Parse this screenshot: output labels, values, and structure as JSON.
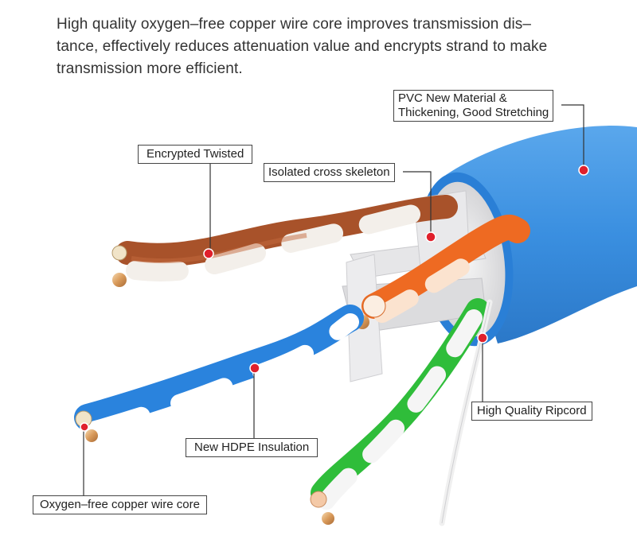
{
  "intro": {
    "line1": "High quality oxygen–free copper wire core improves transmission dis–",
    "line2": "tance, effectively reduces attenuation value and encrypts strand to make",
    "line3": "transmission more efficient."
  },
  "labels": {
    "pvc_line1": "PVC New Material &",
    "pvc_line2": "Thickening, Good Stretching",
    "encrypted": "Encrypted Twisted",
    "skeleton": "Isolated cross skeleton",
    "ripcord": "High Quality Ripcord",
    "hdpe": "New HDPE Insulation",
    "copper": "Oxygen–free copper wire core"
  },
  "colors": {
    "jacket": "#3a8fe0",
    "jacket_dark": "#1f6dc2",
    "brown_pair": "#a8522a",
    "orange_pair": "#ee6a22",
    "blue_pair": "#2a83dd",
    "green_pair": "#2fbd3a",
    "marker": "#e0202c",
    "skeleton": "#e2e2e4"
  },
  "icons": {
    "marker": "red-dot-marker-icon"
  }
}
